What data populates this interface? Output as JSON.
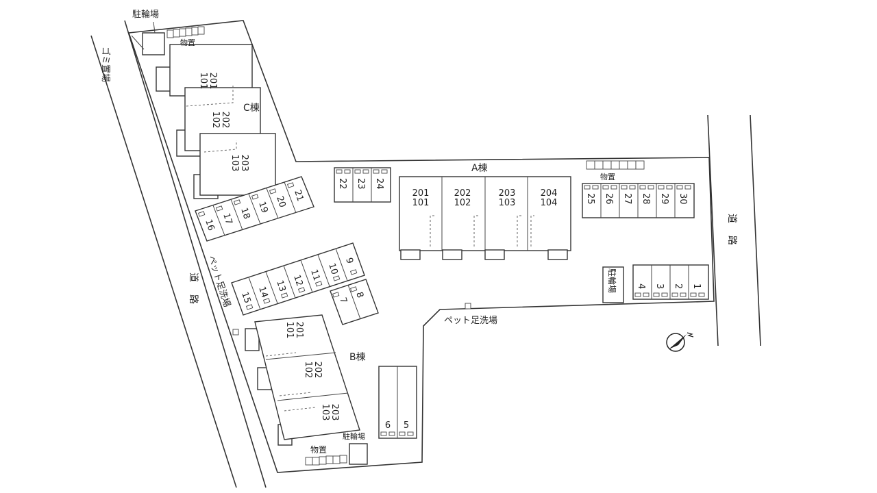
{
  "labels": {
    "bike_top": "駐輪場",
    "garbage": "ゴミ置場",
    "storage": "物置",
    "road": "道路",
    "pet_wash": "ペット足洗場",
    "bike_b": "駐輪場",
    "bike_a": "駐輪場"
  },
  "buildings": {
    "a": {
      "name": "A棟",
      "units": [
        {
          "upper": "201",
          "lower": "101"
        },
        {
          "upper": "202",
          "lower": "102"
        },
        {
          "upper": "203",
          "lower": "103"
        },
        {
          "upper": "204",
          "lower": "104"
        }
      ]
    },
    "b": {
      "name": "B棟",
      "units": [
        {
          "upper": "201",
          "lower": "101"
        },
        {
          "upper": "202",
          "lower": "102"
        },
        {
          "upper": "203",
          "lower": "103"
        }
      ]
    },
    "c": {
      "name": "C棟",
      "units": [
        {
          "upper": "201",
          "lower": "101"
        },
        {
          "upper": "202",
          "lower": "102"
        },
        {
          "upper": "203",
          "lower": "103"
        }
      ]
    }
  },
  "parking": {
    "group_1_4": [
      "4",
      "3",
      "2",
      "1"
    ],
    "group_5_6": [
      "6",
      "5"
    ],
    "group_7_8": [
      "7",
      "8"
    ],
    "group_9_15": [
      "15",
      "14",
      "13",
      "12",
      "11",
      "10",
      "9"
    ],
    "group_16_21": [
      "16",
      "17",
      "18",
      "19",
      "20",
      "21"
    ],
    "group_22_24": [
      "22",
      "23",
      "24"
    ],
    "group_25_30": [
      "25",
      "26",
      "27",
      "28",
      "29",
      "30"
    ]
  }
}
